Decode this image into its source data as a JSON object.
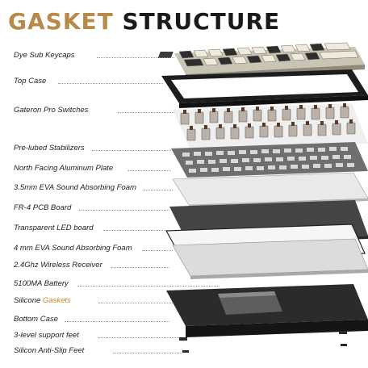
{
  "title": {
    "word1": "GASKET",
    "word2": "STRUCTURE"
  },
  "colors": {
    "accent": "#c8892b",
    "title_accent": "#b88a4a",
    "text": "#222222"
  },
  "layers": [
    {
      "text": "Dye Sub Keycaps"
    },
    {
      "text": "Top Case"
    },
    {
      "text": "Gateron Pro Switches"
    },
    {
      "text": "Pre-lubed Stabilizers"
    },
    {
      "text": "North Facing Aluminum Plate"
    },
    {
      "text": "3.5mm EVA Sound Absorbing Foam"
    },
    {
      "text": "FR-4 PCB Board"
    },
    {
      "text": "Transparent LED board"
    },
    {
      "text": "4 mm EVA  Sound Absorbing Foam"
    },
    {
      "text": "2.4Ghz Wireless Receiver"
    },
    {
      "text": "5100MA Battery"
    },
    {
      "text": "Silicone ",
      "highlight": "Gaskets"
    },
    {
      "text": "Bottom Case"
    },
    {
      "text": "3-level support feet"
    },
    {
      "text": "Silicon Anti-Slip Feet"
    }
  ]
}
